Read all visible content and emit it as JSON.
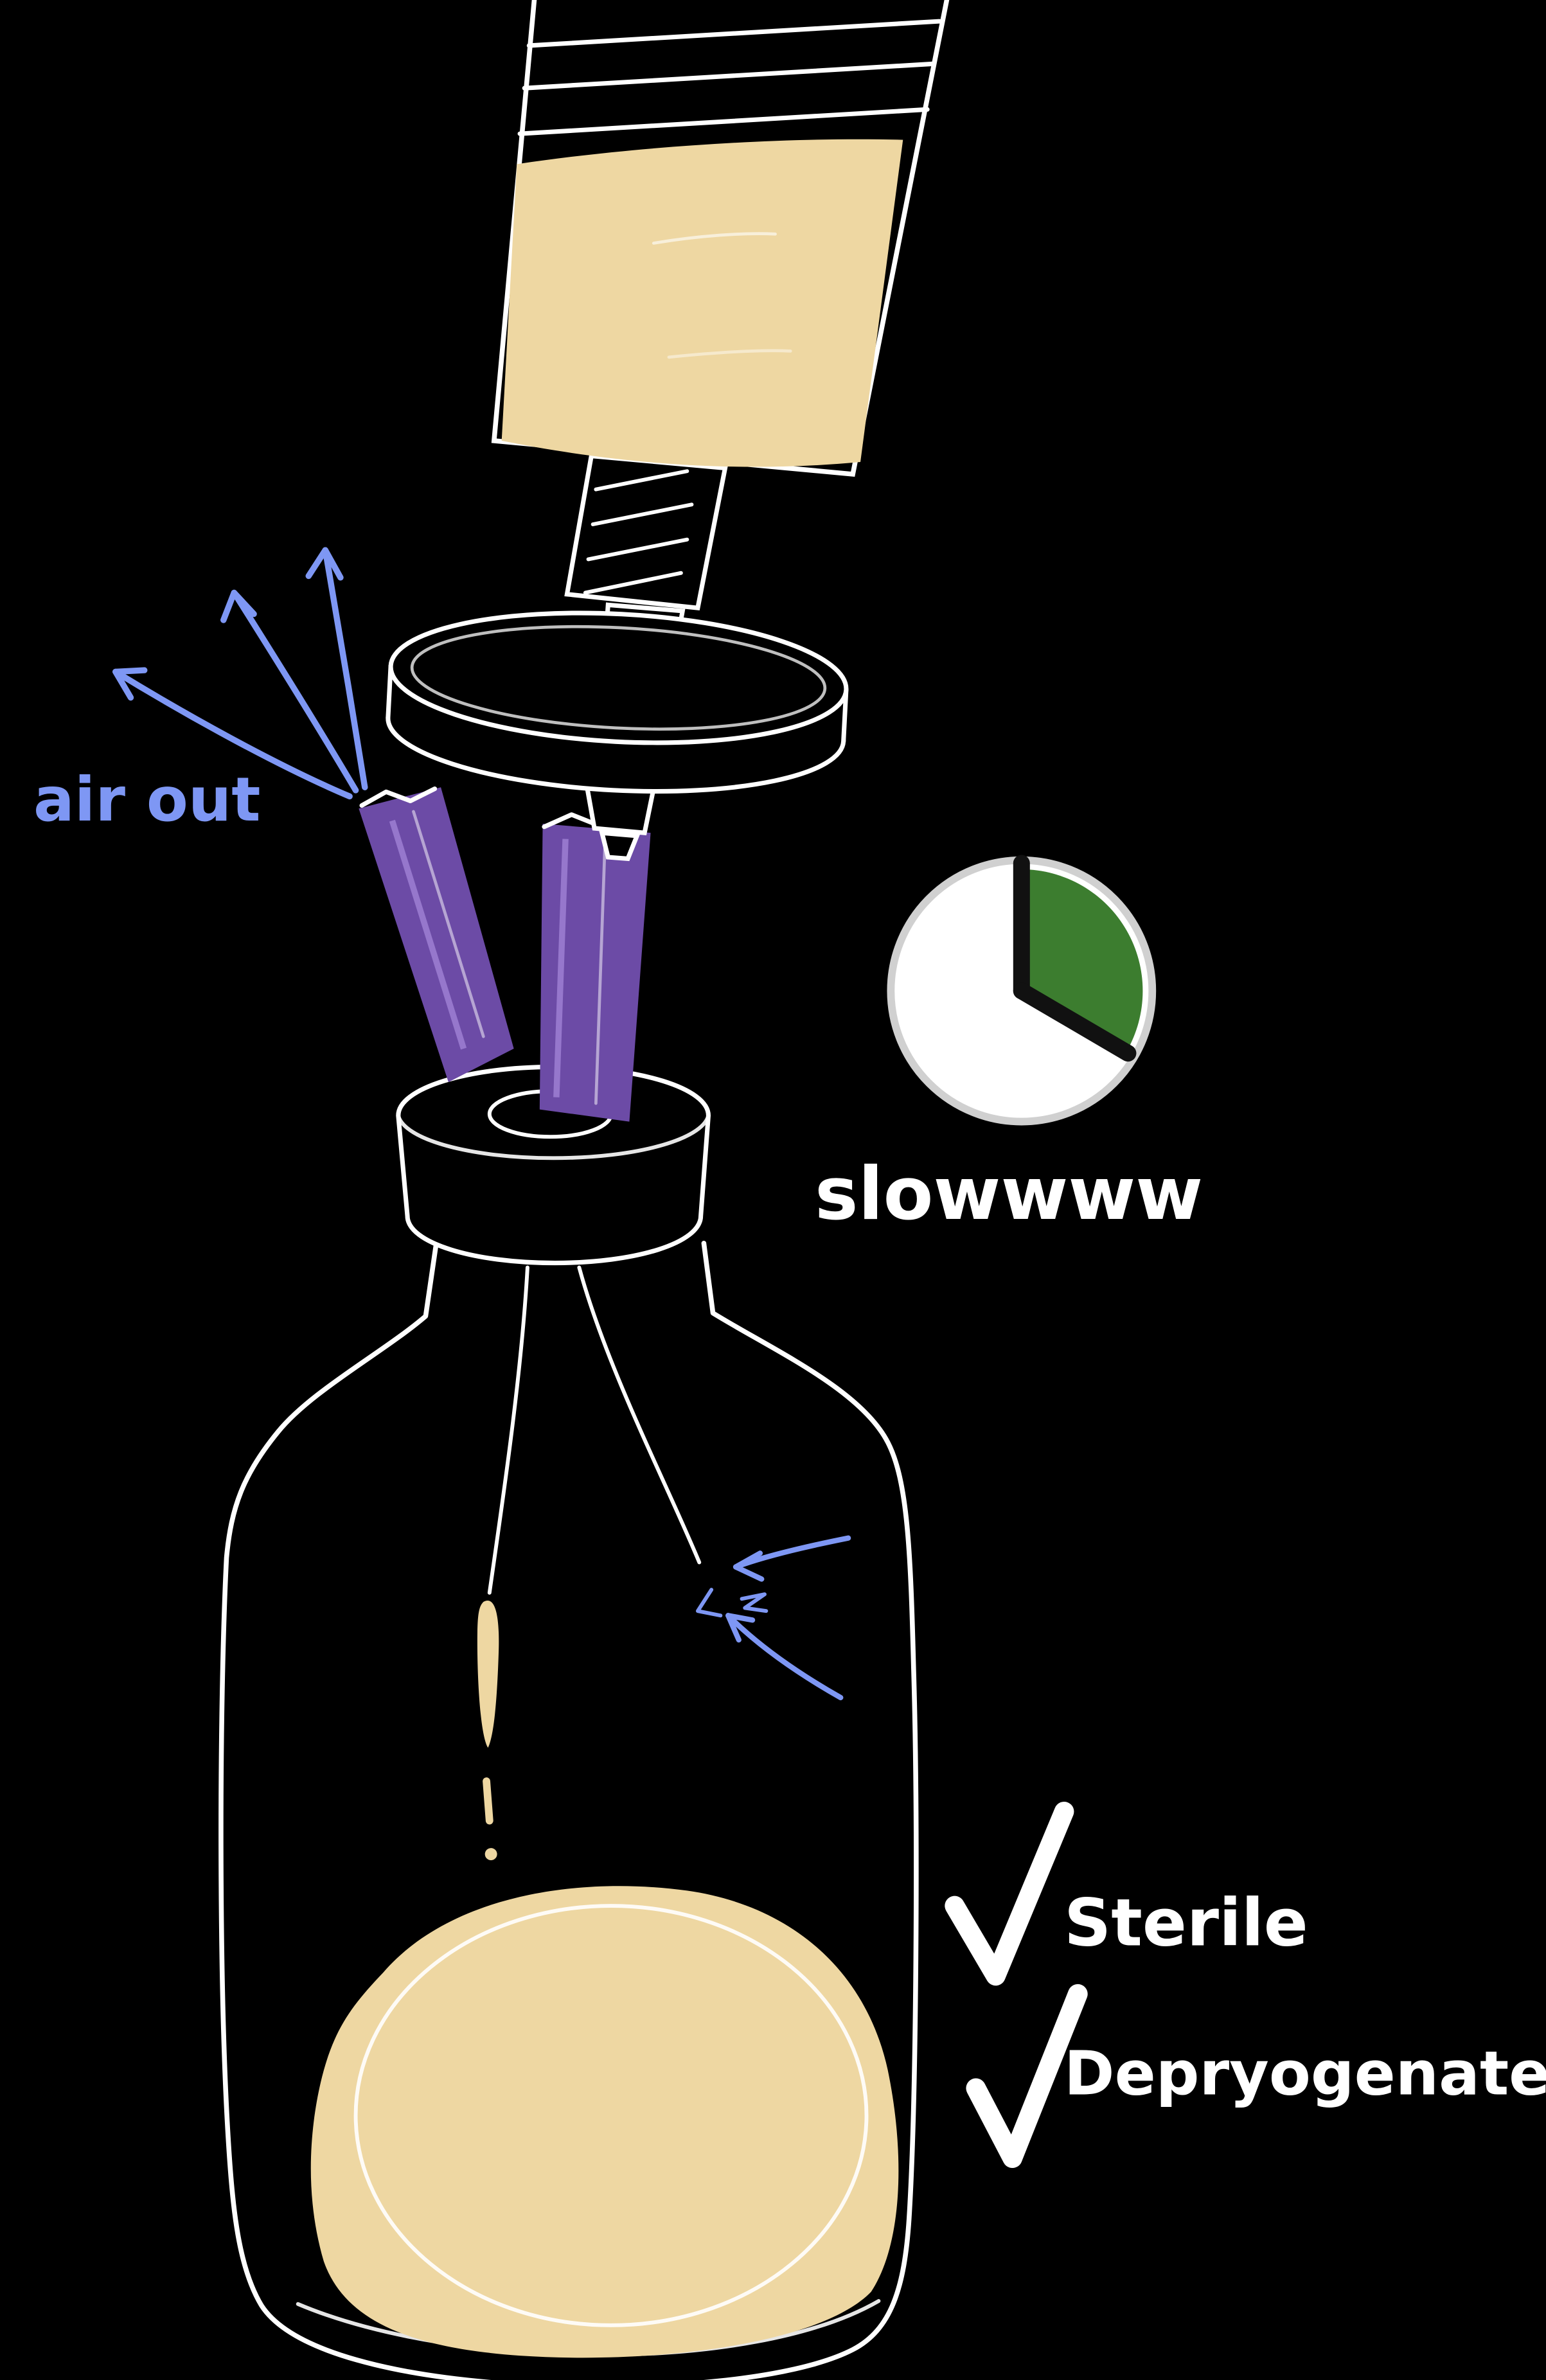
{
  "labels": {
    "air_out": "air out",
    "speed": "slowwww",
    "checklist": [
      {
        "label": "Sterile"
      },
      {
        "label": "Depryogenated"
      }
    ]
  },
  "colors": {
    "background": "#000000",
    "sketch_line": "#ffffff",
    "liquid": "#eed7a2",
    "needle_purple": "#6c4ba6",
    "needle_purple_light": "#9d7fd2",
    "arrow_blue": "#7e97f4",
    "clock_green": "#3c7d2f",
    "clock_ring": "#d0d0d0",
    "clock_face": "#ffffff",
    "clock_hand": "#111111"
  },
  "icons": {
    "clock": "pie-timer about one-third elapsed",
    "checkmark": "✓"
  }
}
